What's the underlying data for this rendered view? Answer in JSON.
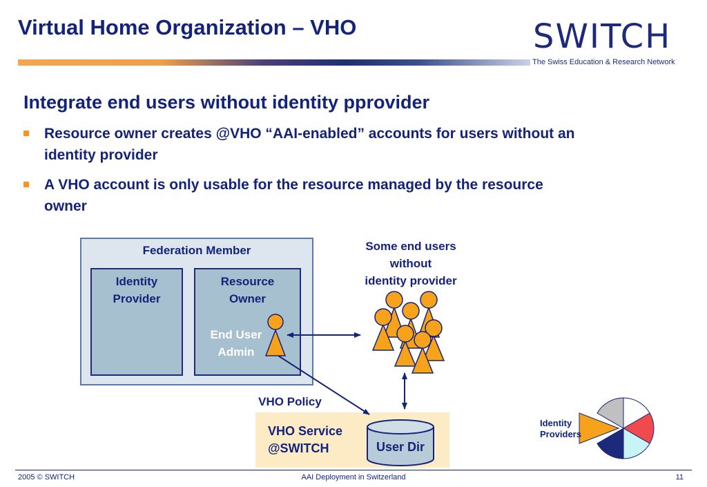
{
  "header": {
    "title": "Virtual Home Organization – VHO",
    "logo_text": "SWITCH",
    "logo_subtitle": "The Swiss Education & Research Network"
  },
  "content": {
    "subtitle": "Integrate end users without identity pprovider",
    "bullets": [
      "Resource owner creates @VHO “AAI-enabled” accounts for users without an identity provider",
      "A VHO account is only usable for the resource managed by the resource owner"
    ]
  },
  "diagram": {
    "federation_member": "Federation Member",
    "identity_provider_line1": "Identity",
    "identity_provider_line2": "Provider",
    "resource_owner_line1": "Resource",
    "resource_owner_line2": "Owner",
    "end_user_admin_line1": "End User",
    "end_user_admin_line2": "Admin",
    "end_users_line1": "Some end users",
    "end_users_line2": "without",
    "end_users_line3": "identity provider",
    "vho_policy": "VHO Policy",
    "vho_service_line1": "VHO Service",
    "vho_service_line2": "@SWITCH",
    "user_dir": "User Dir",
    "identity_providers_line1": "Identity",
    "identity_providers_line2": "Providers"
  },
  "colors": {
    "navy": "#14237a",
    "person_orange": "#f7a21b",
    "fed_box": "#dde5ef",
    "inner_box": "#a7c0d0",
    "vho_box": "#fdebc6",
    "pie": [
      "#ffffff",
      "#f04a4f",
      "#c9f4f6",
      "#1d2a7b",
      "#f7a21b",
      "#c0c0c0"
    ]
  },
  "footer": {
    "left": "2005 © SWITCH",
    "center": "AAI Deployment in Switzerland",
    "page": "11"
  }
}
